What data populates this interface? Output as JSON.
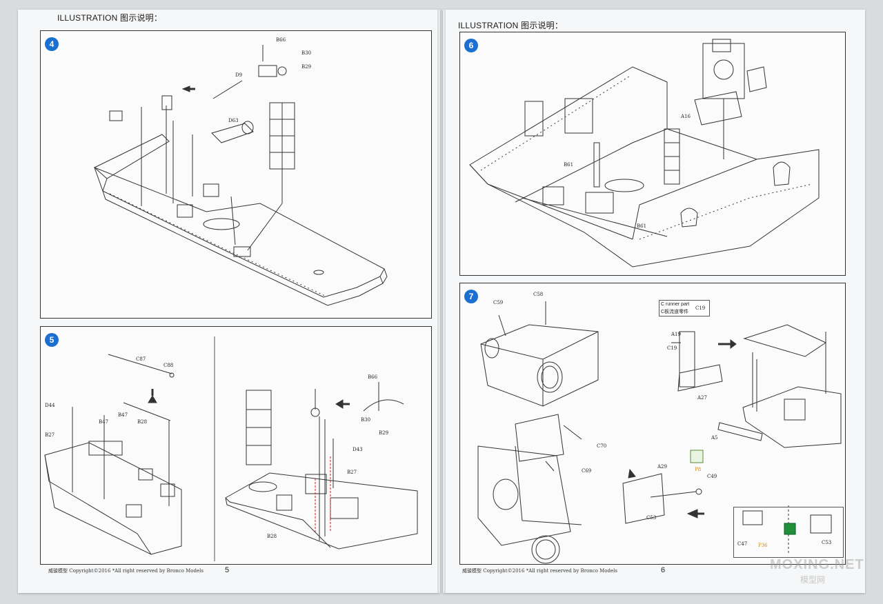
{
  "left_page": {
    "header": "ILLUSTRATION 图示说明：",
    "footer": "威骏模型  Copyright©2016  *All right reserved by Bronco Models",
    "page_number": "5",
    "step4": {
      "number": "4",
      "labels": {
        "b66": "B66",
        "b30": "B30",
        "b29": "B29",
        "d9": "D9",
        "d63": "D63"
      }
    },
    "step5": {
      "number": "5",
      "labels": {
        "c87": "C87",
        "c88": "C88",
        "d44": "D44",
        "b27a": "B27",
        "b47a": "B47",
        "b47b": "B47",
        "b28a": "B28",
        "b66": "B66",
        "b30": "B30",
        "b29": "B29",
        "d43": "D43",
        "b27b": "B27",
        "b28b": "B28"
      }
    }
  },
  "right_page": {
    "header": "ILLUSTRATION 图示说明：",
    "footer": "威骏模型  Copyright©2016  *All right reserved by Bronco Models",
    "page_number": "6",
    "step6": {
      "number": "6",
      "labels": {
        "a16": "A16",
        "b61a": "B61",
        "b61b": "B61"
      }
    },
    "step7": {
      "number": "7",
      "labels": {
        "c59": "C59",
        "c58": "C58",
        "a19": "A19",
        "c19a": "C19",
        "a27": "A27",
        "a5": "A5",
        "c70": "C70",
        "c69": "C69",
        "a29": "A29",
        "p8": "P8",
        "c49": "C49",
        "c53a": "C53",
        "c47": "C47",
        "p36": "P36",
        "c53b": "C53"
      },
      "runner_note": {
        "line1": "C runner part",
        "line2": "C板流道零件",
        "part": "C19"
      }
    }
  },
  "watermark": {
    "main": "MOXING.NET",
    "sub": "模型网"
  }
}
